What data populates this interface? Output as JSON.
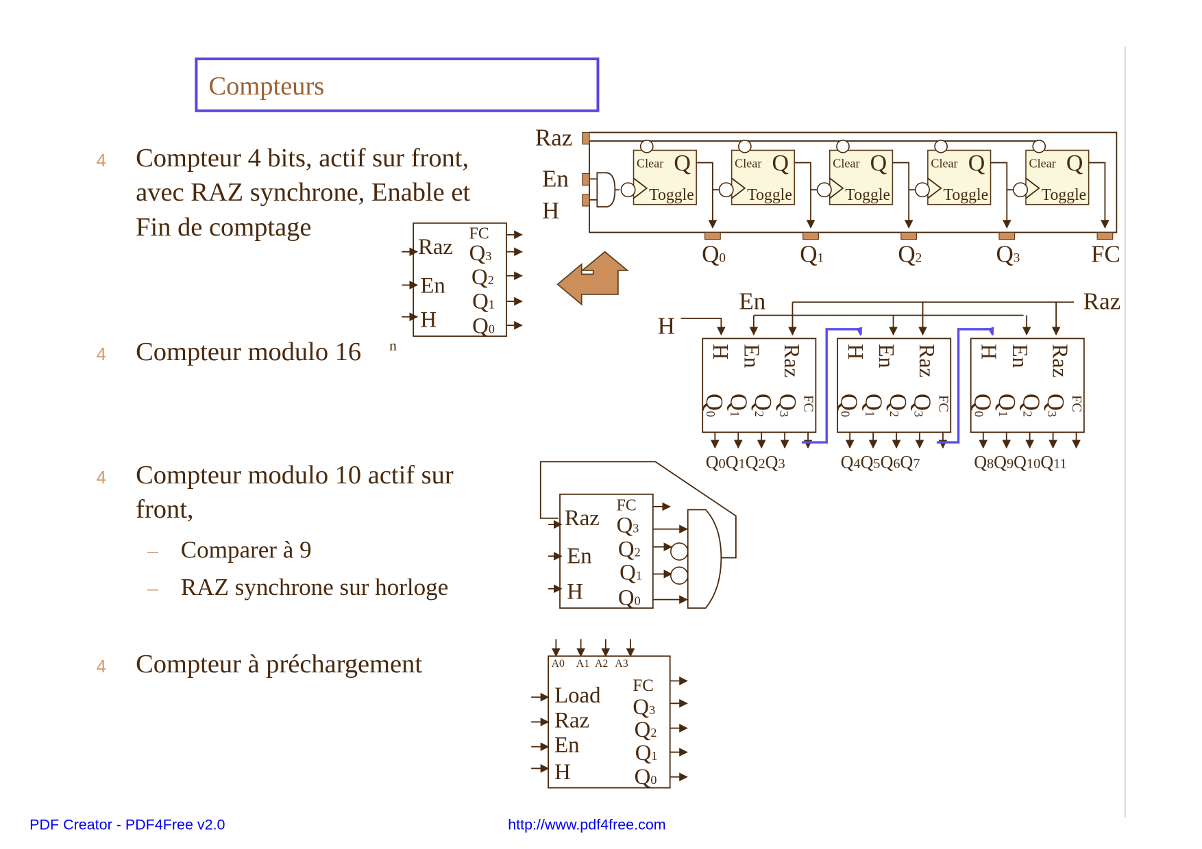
{
  "slide": {
    "title": "Compteurs",
    "bullet_marker": "4",
    "sub_marker": "–",
    "bullets": [
      {
        "lines": [
          "Compteur 4 bits, actif sur front,",
          "avec RAZ synchrone, Enable et",
          "Fin de comptage"
        ]
      },
      {
        "lines": [
          "Compteur modulo 16"
        ],
        "superscript": "n"
      },
      {
        "lines": [
          "Compteur modulo 10 actif sur",
          "front,"
        ],
        "subitems": [
          "Comparer à 9",
          "RAZ synchrone sur horloge"
        ]
      },
      {
        "lines": [
          "Compteur à préchargement"
        ]
      }
    ]
  },
  "block_4bit": {
    "inputs": [
      "Raz",
      "En",
      "H"
    ],
    "outputs": [
      {
        "base": "FC",
        "sub": ""
      },
      {
        "base": "Q",
        "sub": "3"
      },
      {
        "base": "Q",
        "sub": "2"
      },
      {
        "base": "Q",
        "sub": "1"
      },
      {
        "base": "Q",
        "sub": "0"
      }
    ]
  },
  "toggle_chain": {
    "inputs": [
      "Raz",
      "En",
      "H"
    ],
    "flipflop": {
      "clear_label": "Clear",
      "q_label": "Q",
      "toggle_label": "Toggle"
    },
    "count": 5,
    "outputs": [
      {
        "base": "Q",
        "sub": "0"
      },
      {
        "base": "Q",
        "sub": "1"
      },
      {
        "base": "Q",
        "sub": "2"
      },
      {
        "base": "Q",
        "sub": "3"
      },
      {
        "base": "FC",
        "sub": ""
      }
    ]
  },
  "cascade": {
    "signals": {
      "h": "H",
      "en": "En",
      "raz": "Raz"
    },
    "block_labels": [
      "H",
      "En",
      "Raz"
    ],
    "block_outputs": [
      "Q",
      "Q",
      "Q",
      "Q",
      "FC"
    ],
    "block_output_subs": [
      "0",
      "1",
      "2",
      "3",
      ""
    ],
    "groups": [
      [
        {
          "b": "Q",
          "s": "0"
        },
        {
          "b": "Q",
          "s": "1"
        },
        {
          "b": "Q",
          "s": "2"
        },
        {
          "b": "Q",
          "s": "3"
        }
      ],
      [
        {
          "b": "Q",
          "s": "4"
        },
        {
          "b": "Q",
          "s": "5"
        },
        {
          "b": "Q",
          "s": "6"
        },
        {
          "b": "Q",
          "s": "7"
        }
      ],
      [
        {
          "b": "Q",
          "s": "8"
        },
        {
          "b": "Q",
          "s": "9"
        },
        {
          "b": "Q",
          "s": "10"
        },
        {
          "b": "Q",
          "s": "11"
        }
      ]
    ],
    "carry_color": "#5a4ef0"
  },
  "mod10": {
    "inputs": [
      "Raz",
      "En",
      "H"
    ],
    "outputs": [
      {
        "base": "FC",
        "sub": ""
      },
      {
        "base": "Q",
        "sub": "3"
      },
      {
        "base": "Q",
        "sub": "2"
      },
      {
        "base": "Q",
        "sub": "1"
      },
      {
        "base": "Q",
        "sub": "0"
      }
    ]
  },
  "preload": {
    "top_inputs": [
      "A0",
      "A1",
      "A2",
      "A3"
    ],
    "inputs": [
      "Load",
      "Raz",
      "En",
      "H"
    ],
    "outputs": [
      {
        "base": "FC",
        "sub": ""
      },
      {
        "base": "Q",
        "sub": "3"
      },
      {
        "base": "Q",
        "sub": "2"
      },
      {
        "base": "Q",
        "sub": "1"
      },
      {
        "base": "Q",
        "sub": "0"
      }
    ]
  },
  "footer": {
    "left": "PDF Creator - PDF4Free v2.0",
    "right": "http://www.pdf4free.com"
  },
  "colors": {
    "text": "#4a2a0e",
    "title": "#9a6234",
    "title_border": "#5a44e0",
    "bullet": "#d59a6a",
    "footer": "#0000ee",
    "arrow_fill": "#cc8f5c"
  }
}
